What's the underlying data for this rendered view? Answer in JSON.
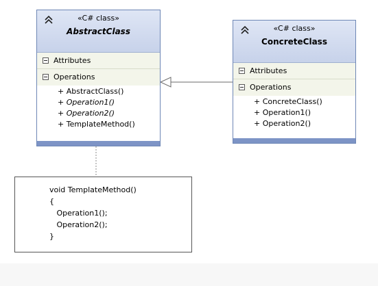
{
  "abstract_class": {
    "stereotype": "«C# class»",
    "name": "AbstractClass",
    "attributes_label": "Attributes",
    "operations_label": "Operations",
    "operations": [
      {
        "text": "+ AbstractClass()",
        "italic": false
      },
      {
        "text": "+ Operation1()",
        "italic": true
      },
      {
        "text": "+ Operation2()",
        "italic": true
      },
      {
        "text": "+ TemplateMethod()",
        "italic": false
      }
    ]
  },
  "concrete_class": {
    "stereotype": "«C# class»",
    "name": "ConcreteClass",
    "attributes_label": "Attributes",
    "operations_label": "Operations",
    "operations": [
      {
        "text": "+ ConcreteClass()",
        "italic": false
      },
      {
        "text": "+ Operation1()",
        "italic": false
      },
      {
        "text": "+ Operation2()",
        "italic": false
      }
    ]
  },
  "note": {
    "lines": [
      "void TemplateMethod()",
      "{",
      "   Operation1();",
      "   Operation2();",
      "}"
    ]
  },
  "colors": {
    "class_border": "#6d86b5",
    "header_top": "#dfe6f5",
    "header_bottom": "#c7d2ea",
    "footer_bar": "#7d94c6",
    "section_bg": "#f3f5ea"
  },
  "icons": {
    "collapse": "double-chevron-up-icon",
    "section_toggle": "minus-box-icon"
  }
}
